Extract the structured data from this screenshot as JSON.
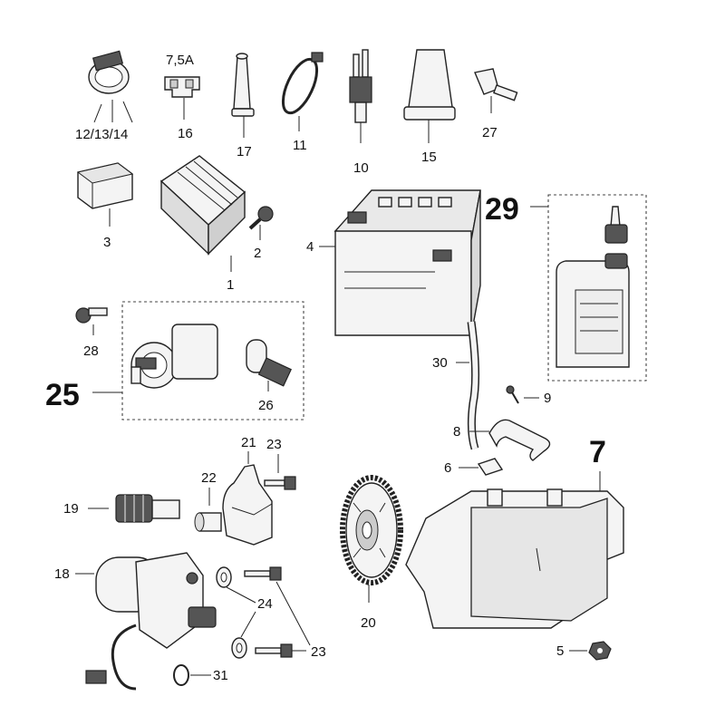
{
  "labels": {
    "fuse_rating": "7,5A",
    "p12_13_14": "12/13/14",
    "p16": "16",
    "p17": "17",
    "p11": "11",
    "p10": "10",
    "p15": "15",
    "p27": "27",
    "p3": "3",
    "p1": "1",
    "p2": "2",
    "p4": "4",
    "p29": "29",
    "p28": "28",
    "p25": "25",
    "p26": "26",
    "p30": "30",
    "p9": "9",
    "p8": "8",
    "p6": "6",
    "p7": "7",
    "p21": "21",
    "p23a": "23",
    "p22": "22",
    "p19": "19",
    "p18": "18",
    "p24": "24",
    "p23b": "23",
    "p20": "20",
    "p31": "31",
    "p5": "5"
  }
}
